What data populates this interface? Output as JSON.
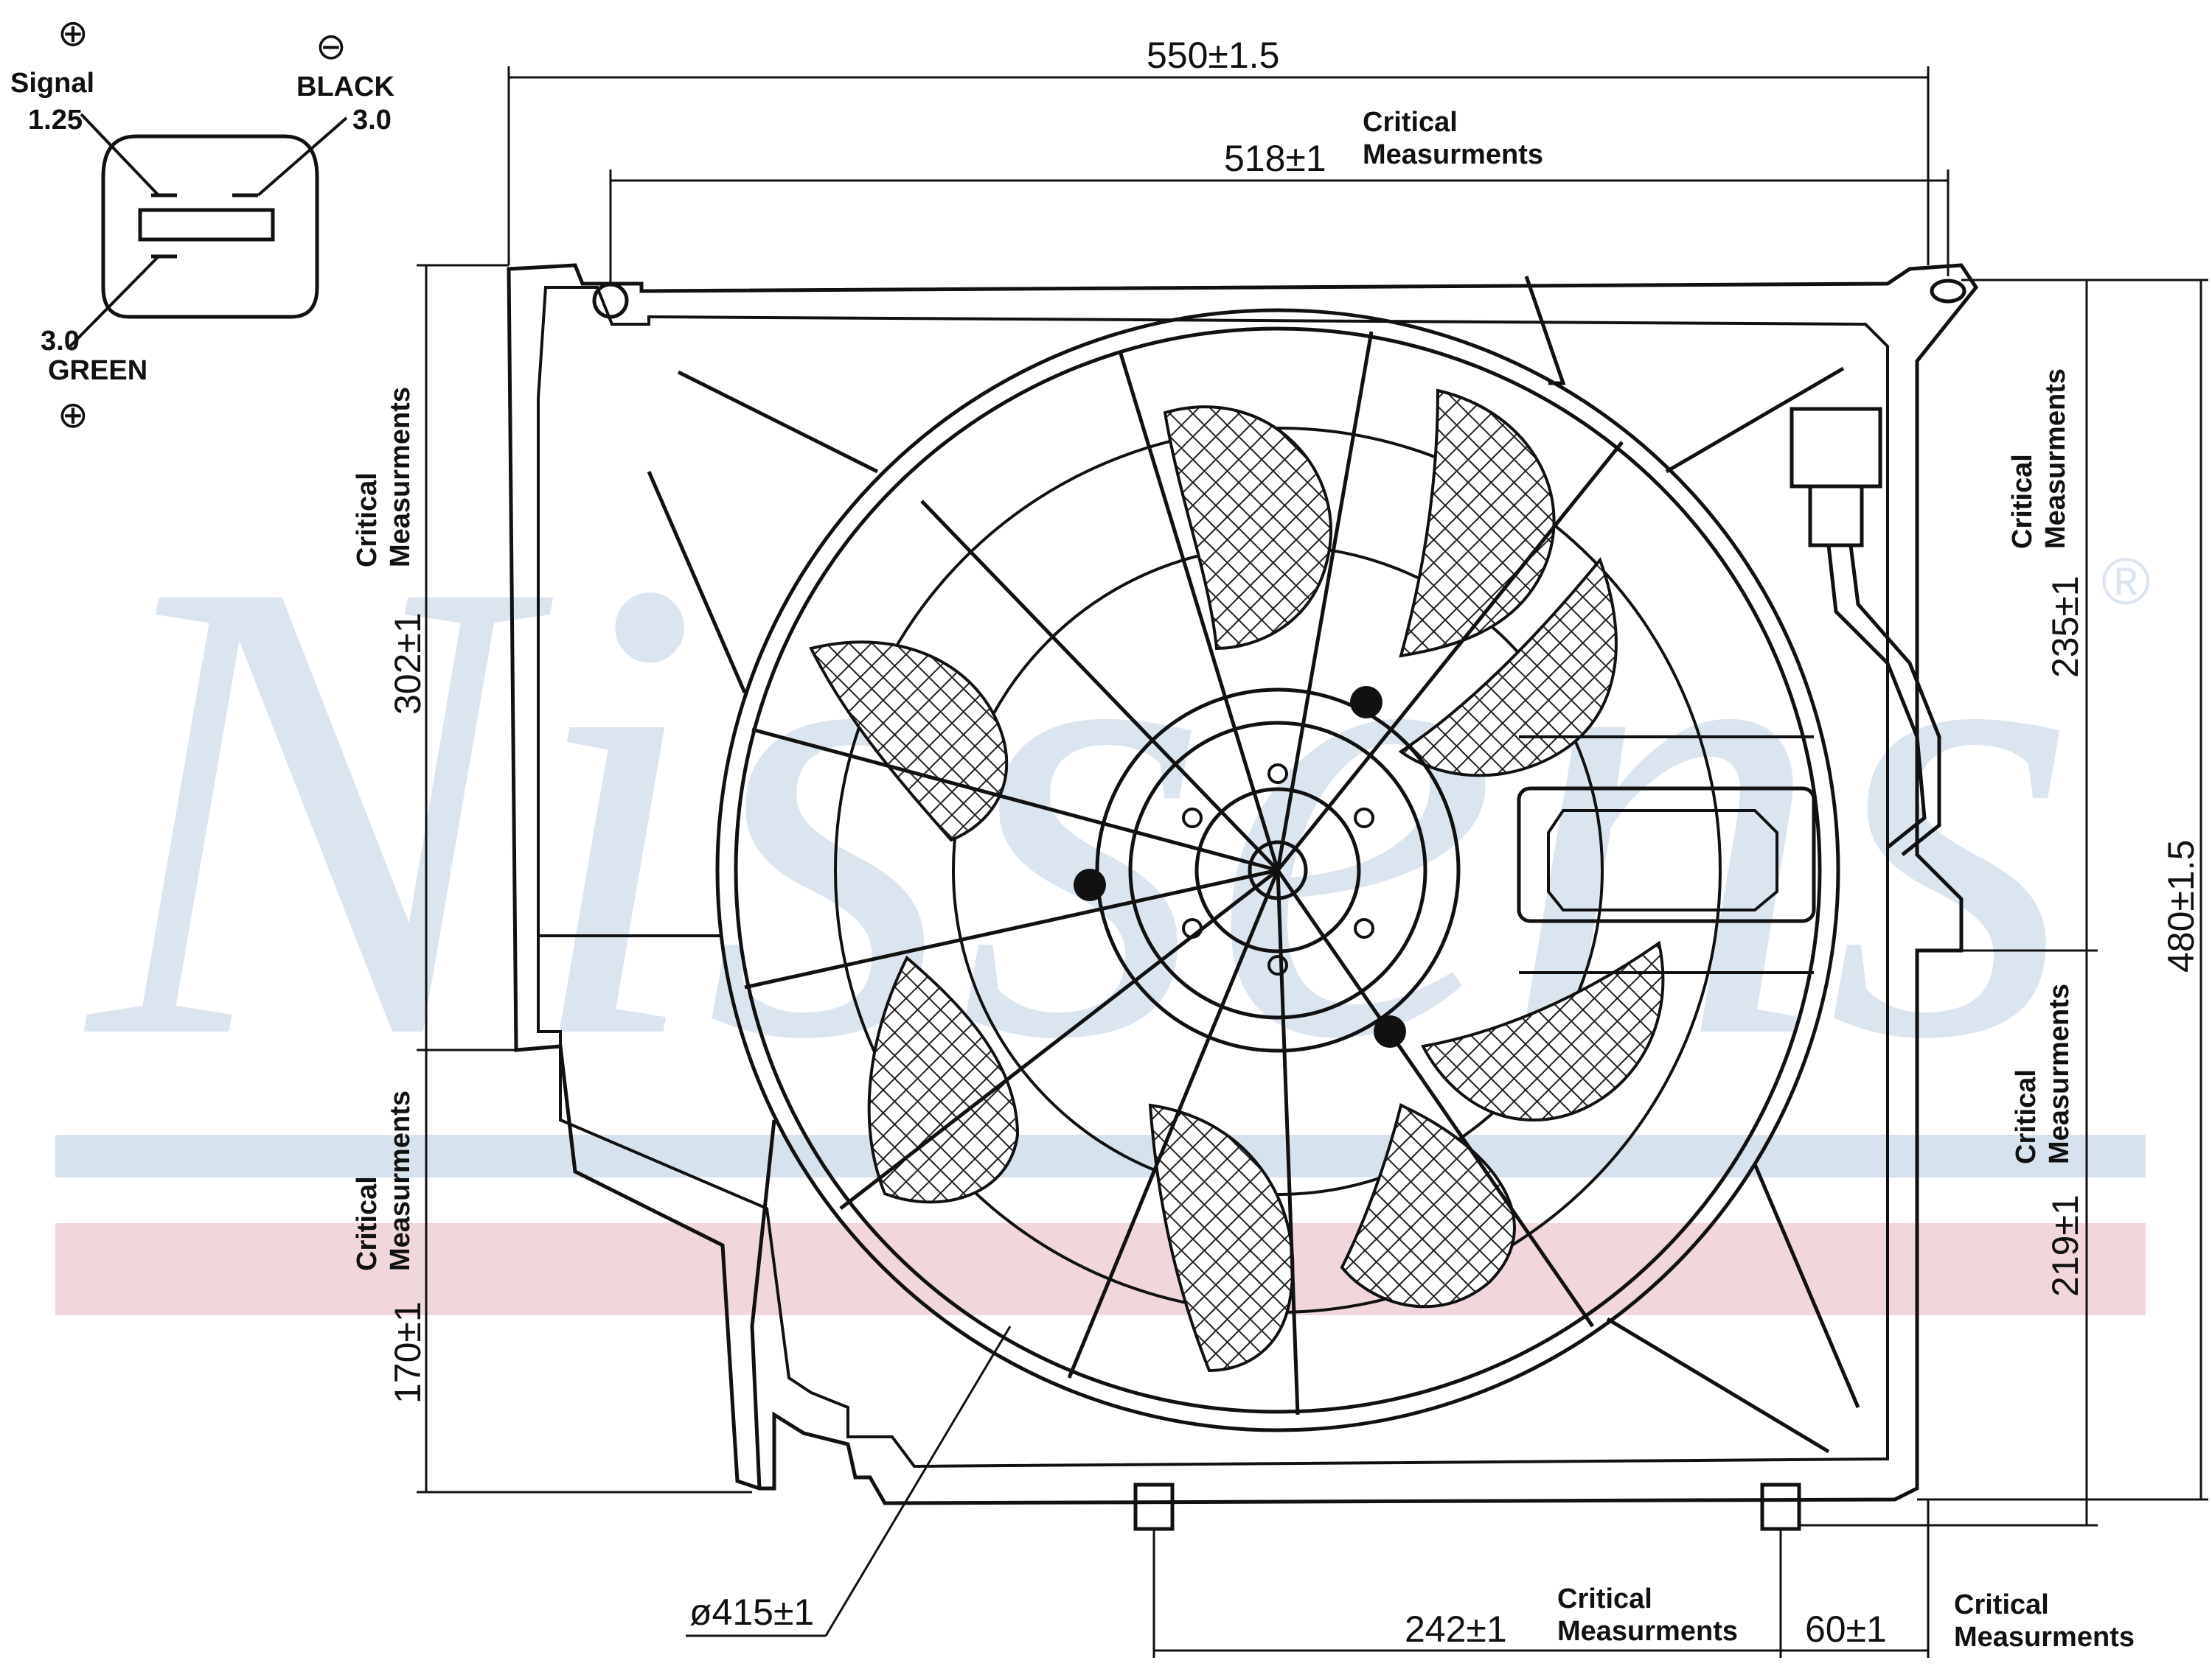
{
  "watermark": {
    "brand": "Nissens",
    "registered": "®",
    "band_colors": {
      "blue": "#d6e2ee",
      "red": "#f1d6db"
    }
  },
  "connector": {
    "plus_top": "⊕",
    "minus_top": "⊖",
    "plus_bottom": "⊕",
    "signal_label": "Signal",
    "signal_value": "1.25",
    "black_label": "BLACK",
    "black_value": "3.0",
    "green_value": "3.0",
    "green_label": "GREEN"
  },
  "dimensions": {
    "width_overall": "550±1.5",
    "width_mount": "518±1",
    "height_upper_left": "302±1",
    "height_lower_left": "170±1",
    "height_upper_right": "235±1",
    "height_lower_right": "219±1",
    "height_overall": "480±1.5",
    "fan_diameter": "ø415±1",
    "bottom_mount_spacing": "242±1",
    "bottom_edge_offset": "60±1",
    "critical_line1": "Critical",
    "critical_line2": "Measurments"
  }
}
